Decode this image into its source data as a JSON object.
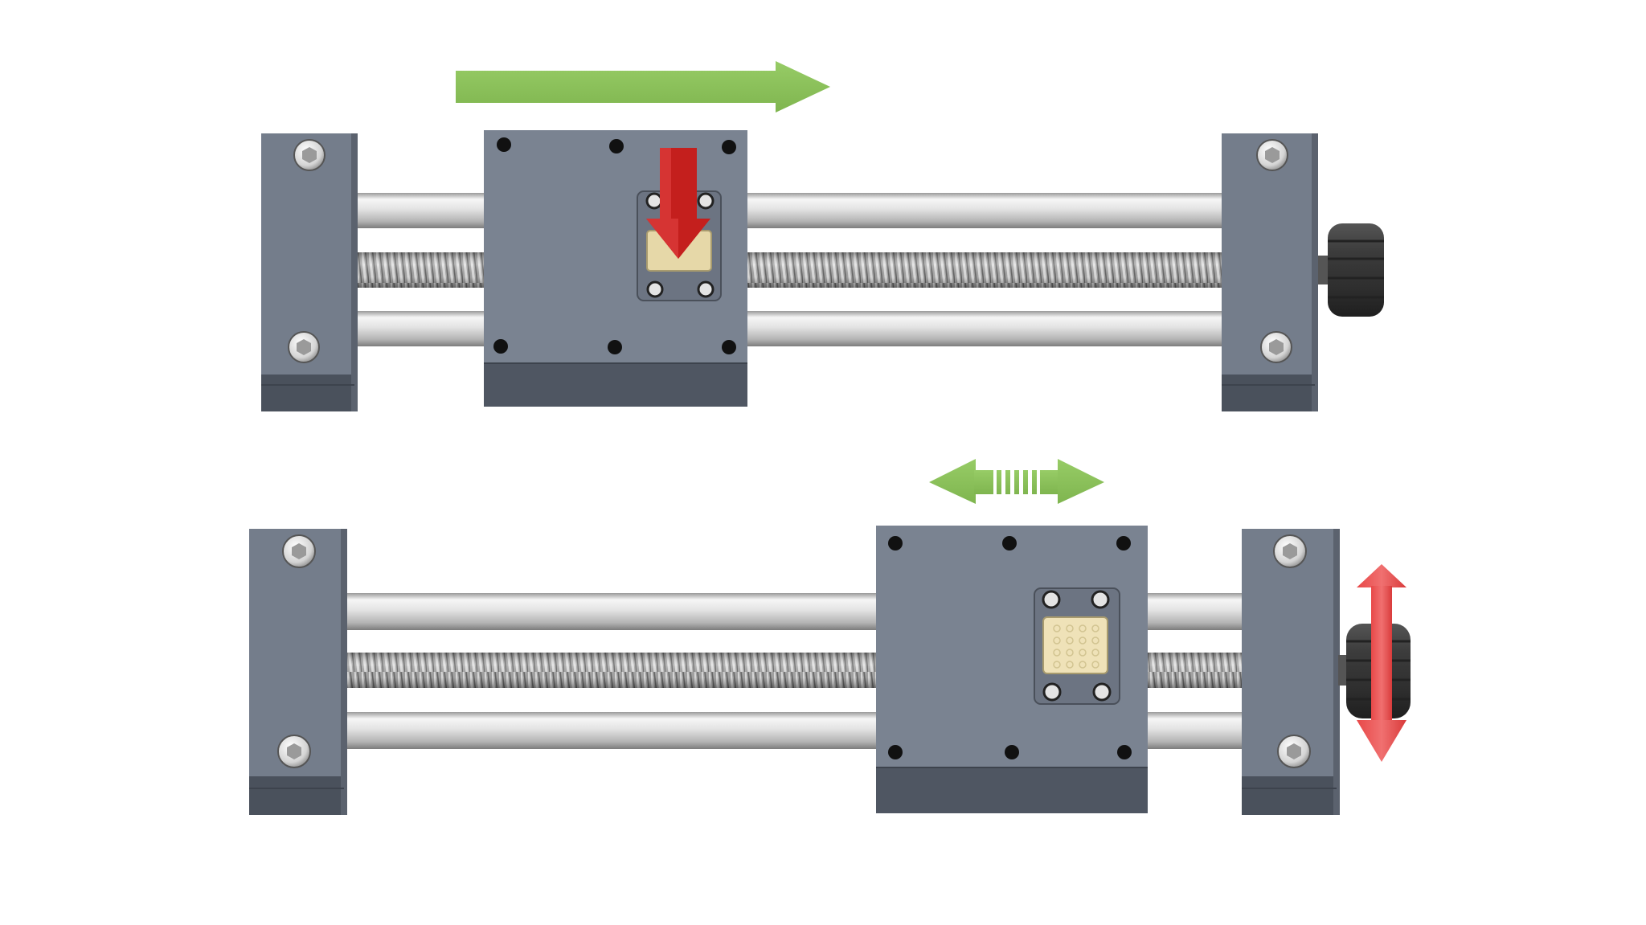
{
  "colors": {
    "background": "#ffffff",
    "block_face": "#788190",
    "block_top": "#6a7280",
    "block_bottom": "#4f5662",
    "block_edge": "#3f4550",
    "rod_light": "#f4f4f4",
    "rod_mid": "#c9c9c9",
    "rod_dark": "#7e7e7e",
    "screw_light": "#d8d8d8",
    "screw_dark": "#6f6f6f",
    "knob": "#3b3b3b",
    "knob_light": "#5c5c5c",
    "pad": "#efe2b8",
    "pad_edge": "#a89b6e",
    "bolt_head": "#e8e8e8",
    "hole": "#111111",
    "arrow_green": "#8bc15a",
    "arrow_green_dark": "#6ea343",
    "arrow_red": "#c8201e",
    "arrow_red_light": "#ec5a5a"
  },
  "icons": {
    "feed_arrow": "arrow-right",
    "press_arrow": "arrow-down",
    "move_arrow": "double-arrow-horizontal",
    "turn_arrow": "double-arrow-vertical",
    "knob": "knurled-knob",
    "bolt": "hex-socket-bolt"
  },
  "states": [
    {
      "id": "locked",
      "pad_pressed": true,
      "carriage_position": 0.22
    },
    {
      "id": "free",
      "pad_pressed": false,
      "carriage_position": 0.72
    }
  ]
}
